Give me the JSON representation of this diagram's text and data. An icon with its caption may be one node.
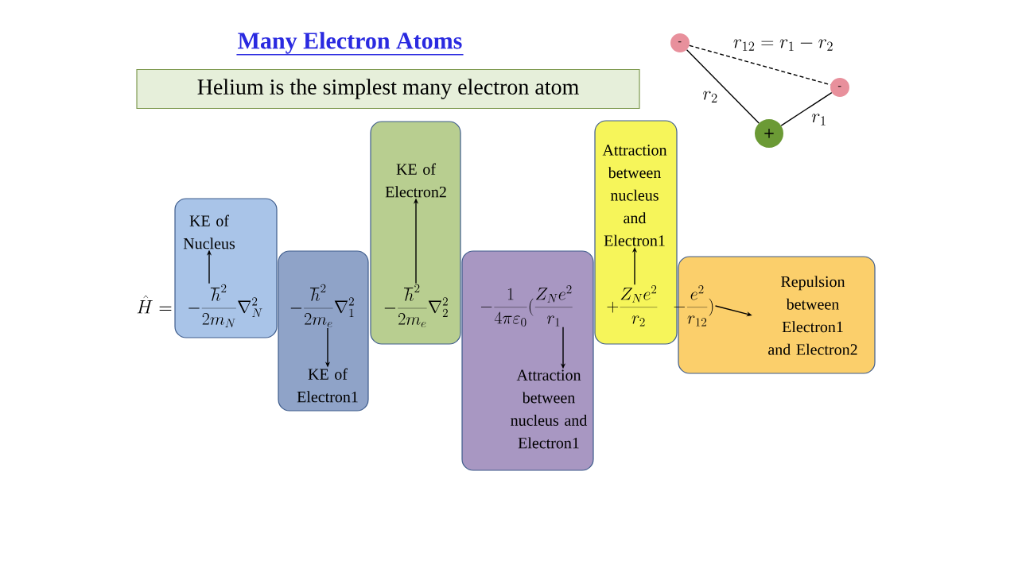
{
  "diagram": {
    "title": "Many Electron Atoms",
    "nodes": [
      {
        "text": [
          "Helium is the simplest many electron atom"
        ]
      },
      {
        "text": [
          "-"
        ]
      },
      {
        "text": [
          "-"
        ]
      },
      {
        "text": [
          "+"
        ]
      },
      {
        "text": [],
        "shape": "box"
      },
      {
        "text": [
          "KE of Nucleus"
        ],
        "in": 4
      },
      {
        "text": [
          "-\\frac{\\hbar^2}{2m_N}\\nabla_N^2"
        ],
        "in": 4
      },
      {
        "text": [],
        "shape": "box"
      },
      {
        "text": [
          "-\\frac{\\hbar^2}{2m_e}\\nabla_1^2"
        ],
        "in": 7
      },
      {
        "text": [
          "KE of Electron1"
        ],
        "in": 7
      },
      {
        "text": [],
        "shape": "box"
      },
      {
        "text": [
          "KE of Electron2"
        ],
        "in": 10
      },
      {
        "text": [
          "-\\frac{\\hbar^2}{2m_e}\\nabla_2^2"
        ],
        "in": 10
      },
      {
        "text": [],
        "shape": "box"
      },
      {
        "text": [
          "-\\frac{1}{4\\pi\\varepsilon_0}\\Bigg(\\frac{Z_Ne^2}{r_1}"
        ],
        "in": 13
      },
      {
        "text": [
          "Attraction between nucleus and Electron1"
        ],
        "in": 13
      },
      {
        "text": [],
        "shape": "box"
      },
      {
        "text": [
          "Attraction between nucleus and Electron1"
        ],
        "in": 16
      },
      {
        "text": [
          "+\\frac{Z_Ne^2}{r_2}"
        ],
        "in": 16
      },
      {
        "text": [],
        "shape": "box"
      },
      {
        "text": [
          "-\\frac{e^2}{r_{12}}\\Bigg)"
        ],
        "in": 19
      },
      {
        "text": [
          "Repulsion between Electron1 and Electron2"
        ],
        "in": 19
      }
    ],
    "edges": [
      {
        "from": 1,
        "to": 3,
        "arrow": "none",
        "label": "r_2"
      },
      {
        "from": 3,
        "to": 2,
        "arrow": "none",
        "label": "r_1"
      },
      {
        "from": 1,
        "to": 2,
        "arrow": "none",
        "style": "dashed"
      },
      {
        "from": 6,
        "to": 5,
        "arrow": "to"
      },
      {
        "from": 8,
        "to": 9,
        "arrow": "to"
      },
      {
        "from": 12,
        "to": 11,
        "arrow": "to"
      },
      {
        "from": 14,
        "to": 15,
        "arrow": "to"
      },
      {
        "from": 18,
        "to": 17,
        "arrow": "to"
      },
      {
        "from": 20,
        "to": 21,
        "arrow": "to"
      }
    ],
    "labels": [
      "\\hat{H} =",
      "r_{12}= r_1 - r_2"
    ]
  }
}
